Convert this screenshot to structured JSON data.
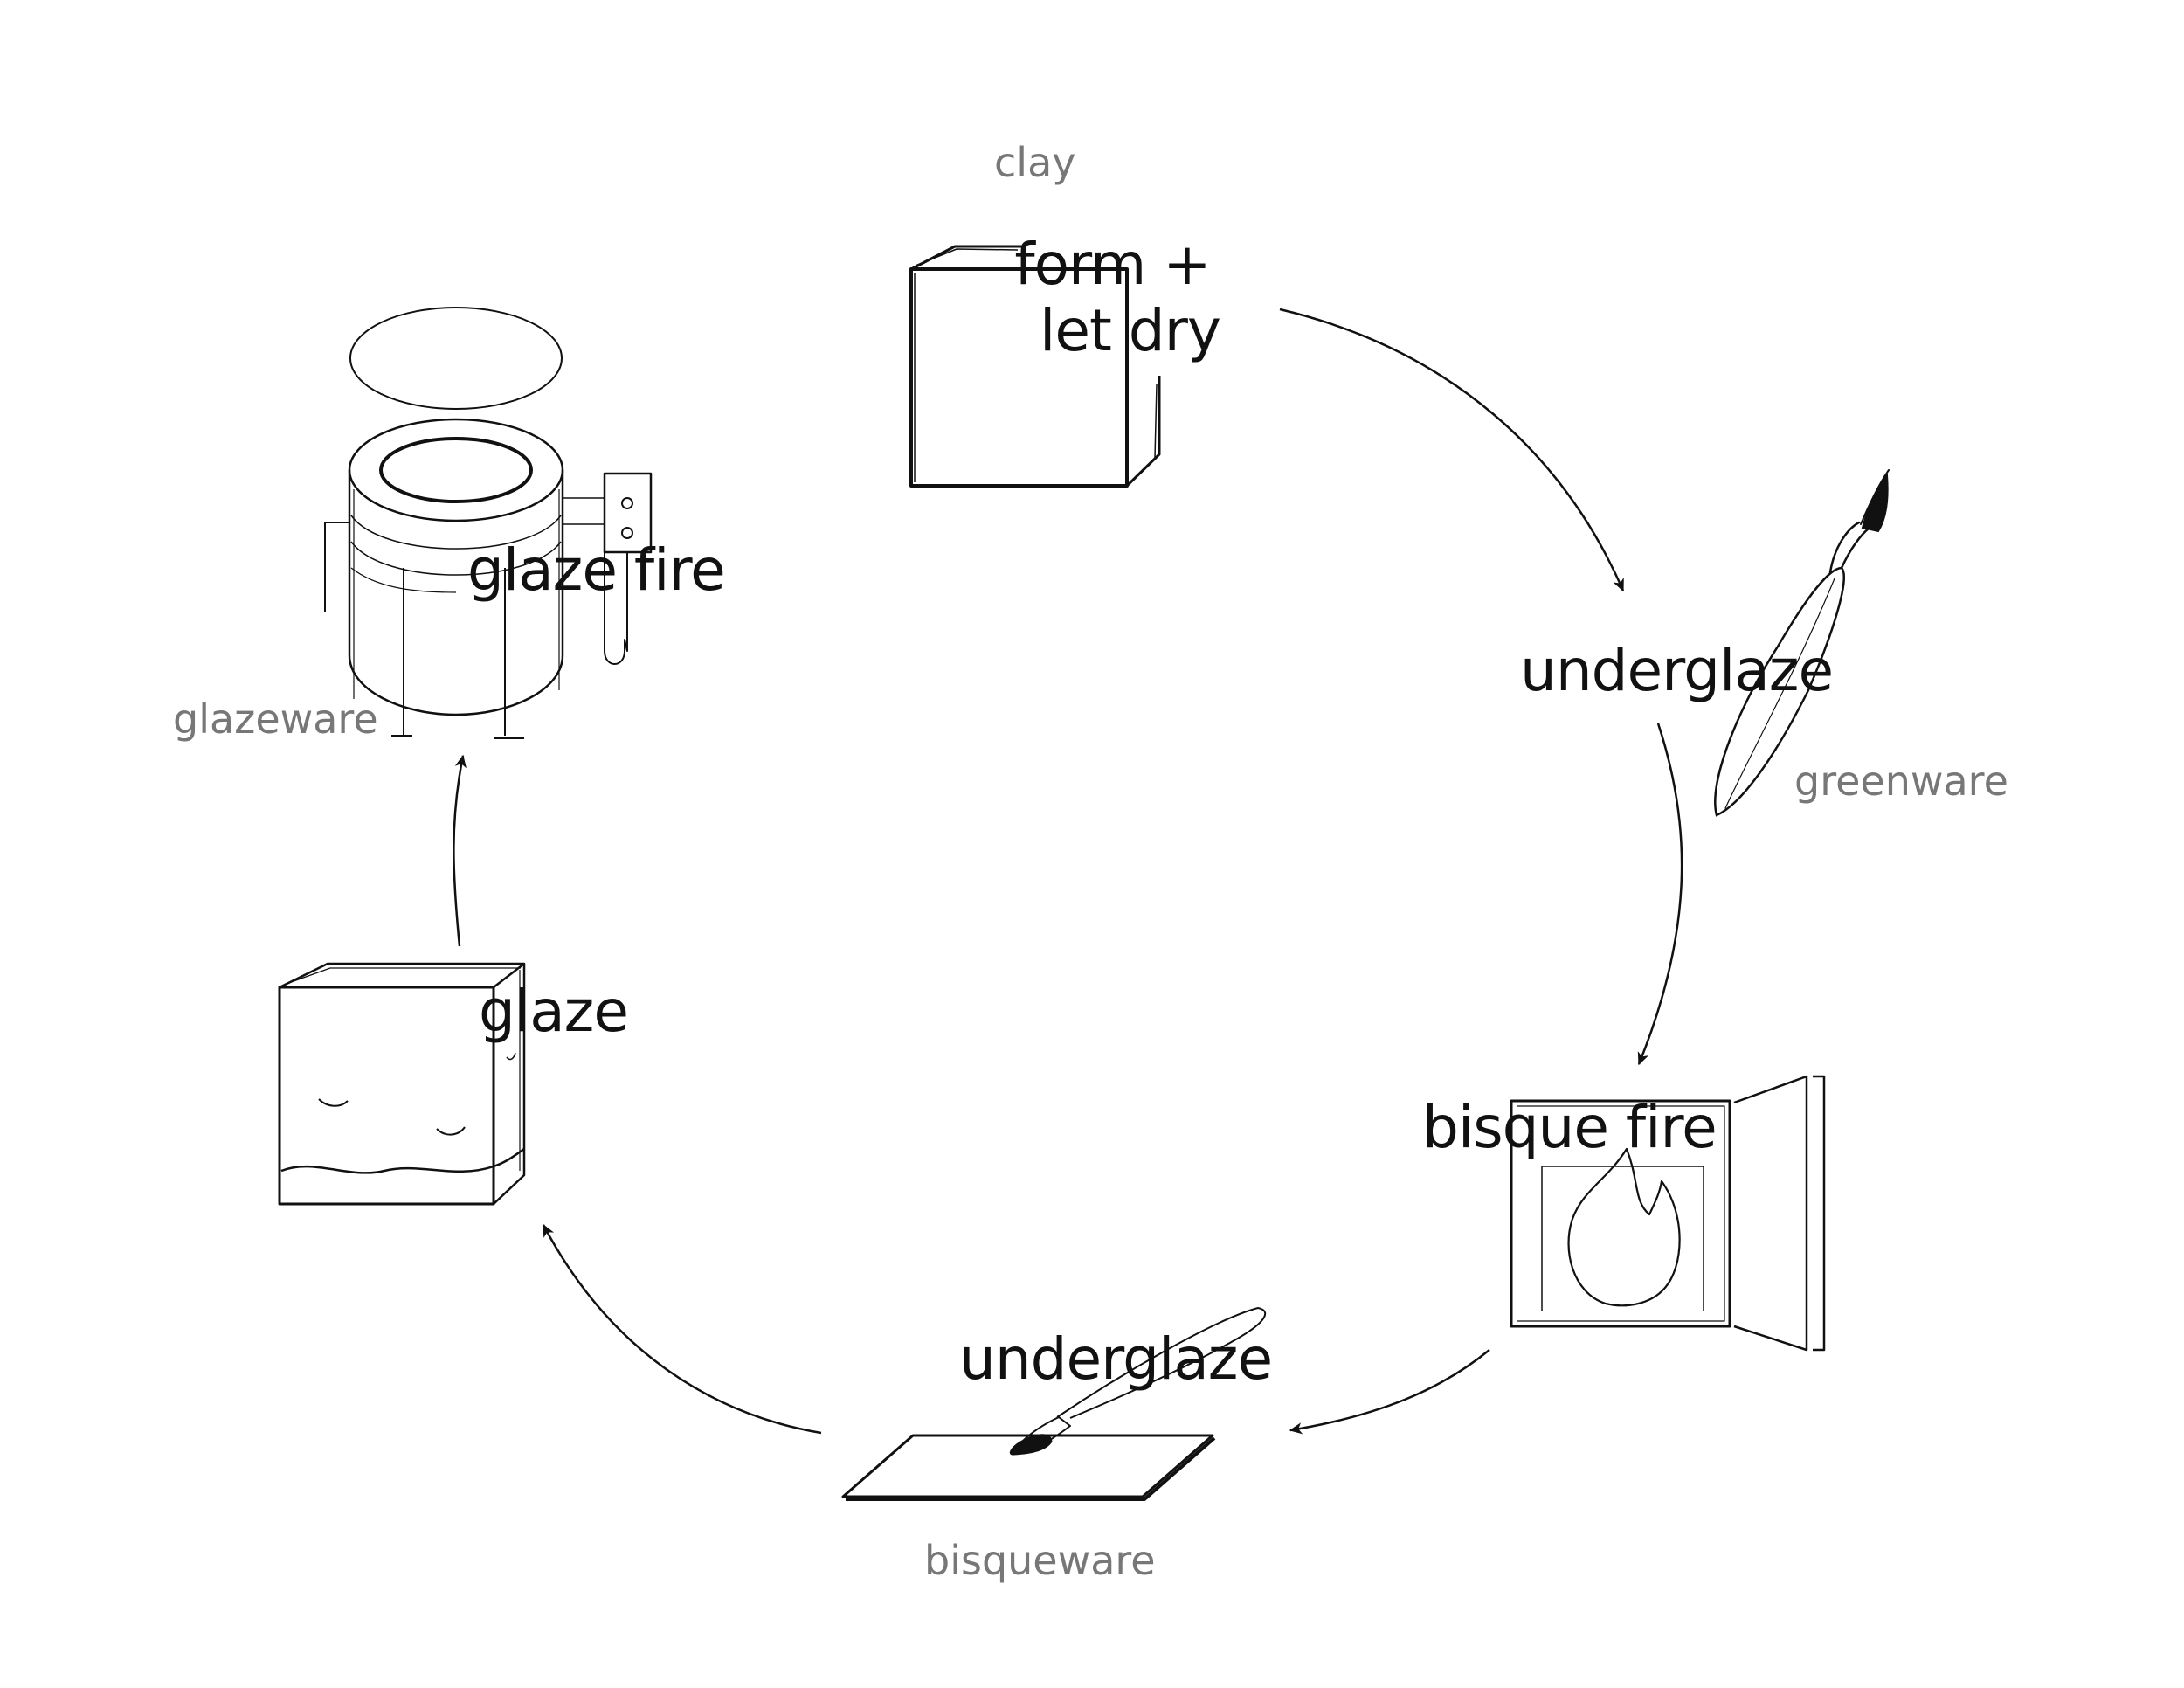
{
  "diagram": {
    "type": "cycle",
    "stages": [
      {
        "id": "clay",
        "state_label": "clay",
        "step_label_lines": [
          "form +",
          "let dry"
        ],
        "icon": "clay-block-icon"
      },
      {
        "id": "greenware",
        "state_label": "greenware",
        "step_label": "underglaze",
        "icon": "paintbrush-icon"
      },
      {
        "id": "bisque",
        "state_label": "",
        "step_label": "bisque fire",
        "icon": "kiln-flame-icon"
      },
      {
        "id": "bisqueware",
        "state_label": "bisqueware",
        "step_label": "underglaze",
        "icon": "brush-on-tile-icon"
      },
      {
        "id": "glaze",
        "state_label": "",
        "step_label": "glaze",
        "icon": "glazed-cube-icon"
      },
      {
        "id": "glazeware",
        "state_label": "glazeware",
        "step_label": "glaze fire",
        "icon": "electric-kiln-icon"
      }
    ],
    "arrows": [
      {
        "from": "clay",
        "to": "greenware"
      },
      {
        "from": "greenware",
        "to": "bisque"
      },
      {
        "from": "bisque",
        "to": "bisqueware"
      },
      {
        "from": "bisqueware",
        "to": "glaze"
      },
      {
        "from": "glaze",
        "to": "glazeware"
      }
    ],
    "colors": {
      "stroke": "#111111",
      "step_text": "#111111",
      "state_text": "#777777",
      "background": "#ffffff"
    }
  }
}
